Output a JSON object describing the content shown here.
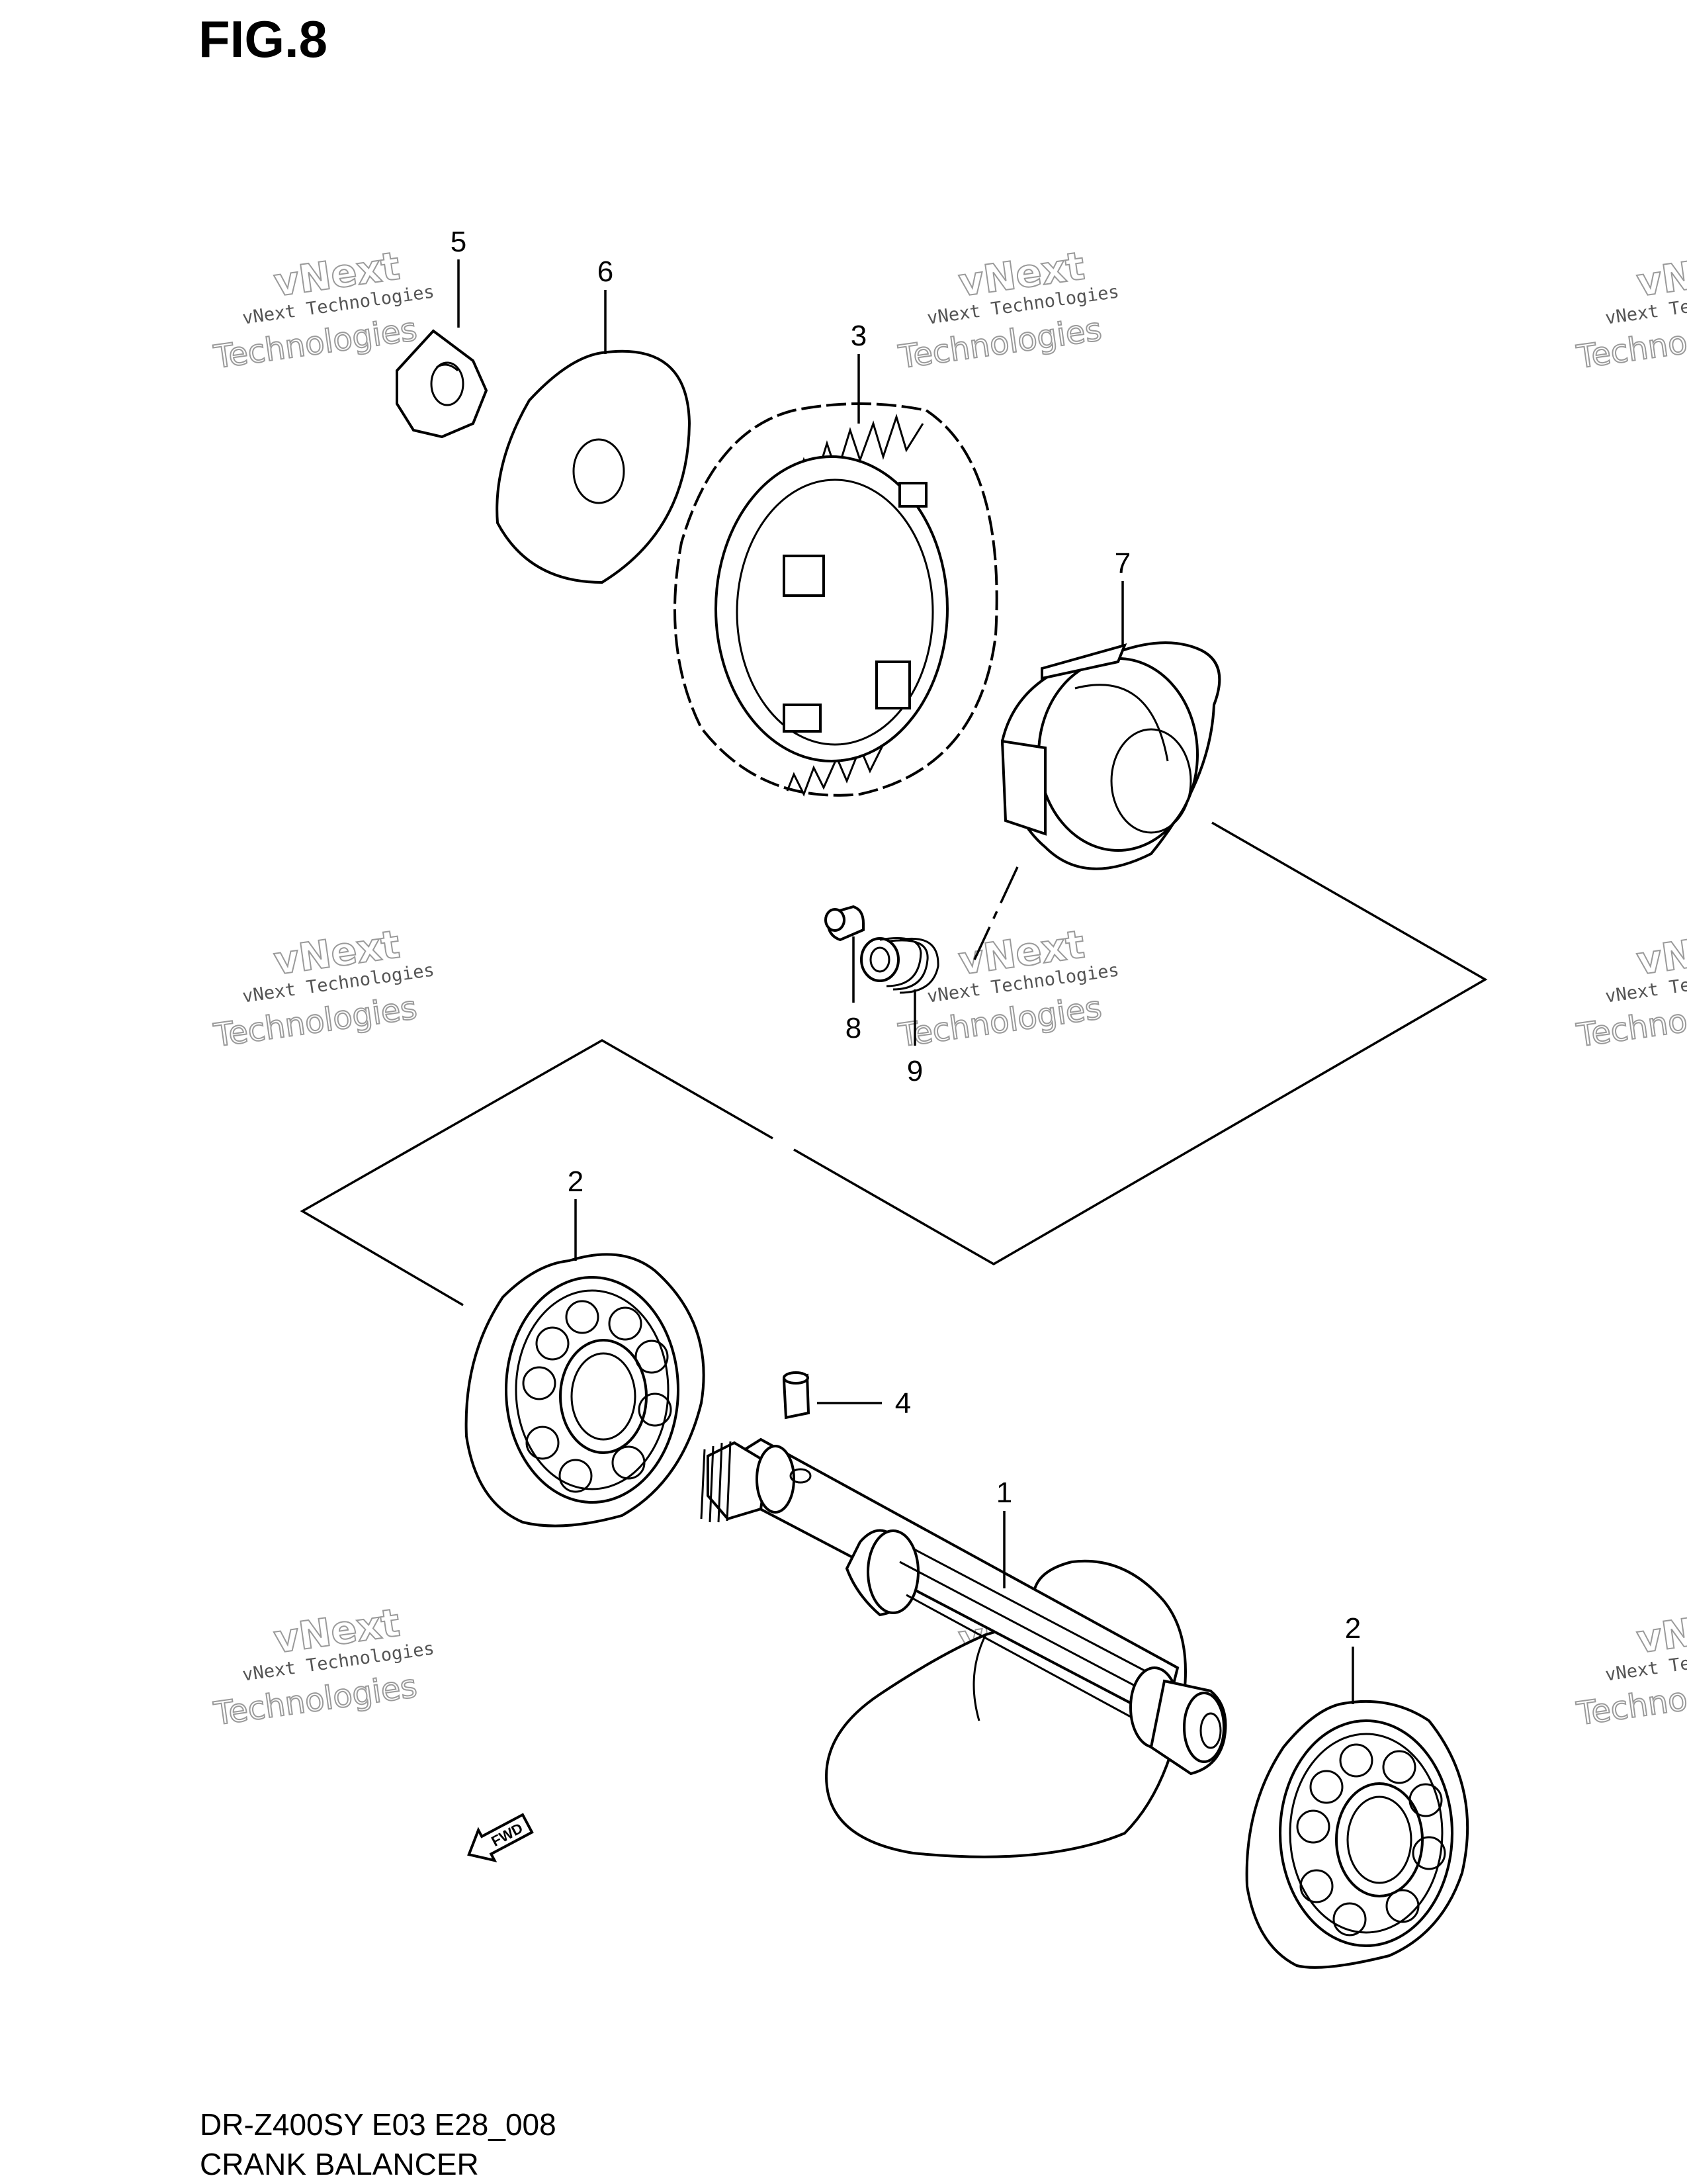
{
  "figure": {
    "title": "FIG.8"
  },
  "footer": {
    "code": "DR-Z400SY E03 E28_008",
    "name": "CRANK BALANCER"
  },
  "callouts": {
    "c1": "1",
    "c2a": "2",
    "c2b": "2",
    "c3": "3",
    "c4": "4",
    "c5": "5",
    "c6": "6",
    "c7": "7",
    "c8": "8",
    "c9": "9"
  },
  "watermark": {
    "line1": "vNext Technologies",
    "line2": "vNext",
    "line3": "Technologies"
  },
  "fwd_label": "FWD"
}
